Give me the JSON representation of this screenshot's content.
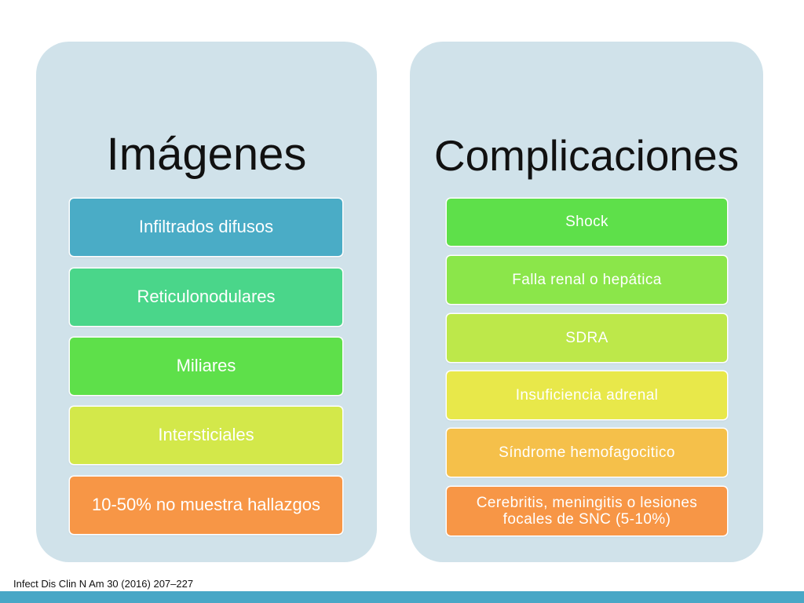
{
  "left_panel": {
    "title": "Imágenes",
    "items": [
      {
        "label": "Infiltrados difusos",
        "color": "#4aacc6"
      },
      {
        "label": "Reticulonodulares",
        "color": "#4ad68a"
      },
      {
        "label": "Miliares",
        "color": "#5ee04a"
      },
      {
        "label": "Intersticiales",
        "color": "#d3e84a"
      },
      {
        "label": "10-50% no muestra hallazgos",
        "color": "#f79646"
      }
    ]
  },
  "right_panel": {
    "title": "Complicaciones",
    "items": [
      {
        "label": "Shock",
        "color": "#5ee04a"
      },
      {
        "label": "Falla renal o hepática",
        "color": "#8be64a"
      },
      {
        "label": "SDRA",
        "color": "#bde84a"
      },
      {
        "label": "Insuficiencia adrenal",
        "color": "#e8e84a"
      },
      {
        "label": "Síndrome hemofagocitico",
        "color": "#f5c04a"
      },
      {
        "label": "Cerebritis, meningitis o lesiones focales de SNC (5-10%)",
        "color": "#f79646"
      }
    ]
  },
  "citation": "Infect Dis Clin N Am 30 (2016) 207–227",
  "accent_color": "#48a7c6"
}
